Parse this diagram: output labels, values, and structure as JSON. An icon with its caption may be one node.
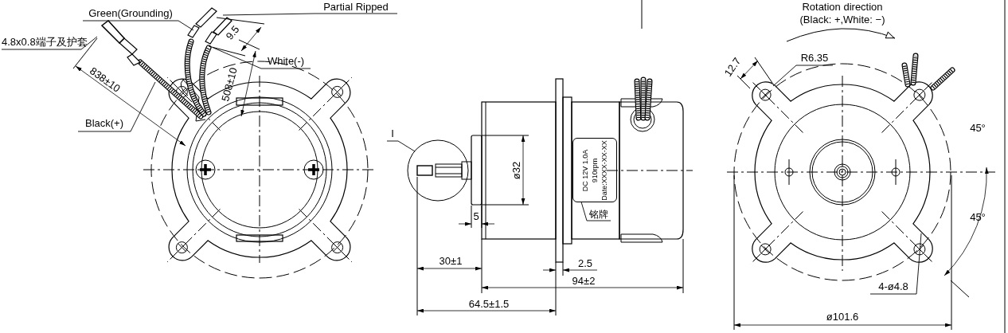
{
  "diagram": {
    "nodes": [
      {
        "text": [
          "Green(Grounding)"
        ]
      },
      {
        "text": [
          "4.8x0.8端子及护套"
        ]
      },
      {
        "text": [
          "Partial Ripped"
        ]
      },
      {
        "text": [
          "White(-)"
        ]
      },
      {
        "text": [
          "Black(+)"
        ]
      },
      {
        "text": [
          "I"
        ]
      },
      {
        "text": [
          "DC 12V 1.0A 910rpm Date:XXXX-XX-XX"
        ]
      },
      {
        "text": [
          "铭牌"
        ]
      },
      {
        "text": [
          "R6.35"
        ]
      },
      {
        "text": [
          "4-ø4.8"
        ]
      }
    ],
    "edges": [
      {
        "from": 0,
        "to": null,
        "arrow": "none"
      },
      {
        "from": 1,
        "to": null,
        "arrow": "none"
      },
      {
        "from": 2,
        "to": null,
        "arrow": "none"
      },
      {
        "from": 3,
        "to": null,
        "arrow": "none"
      },
      {
        "from": 4,
        "to": null,
        "arrow": "none"
      },
      {
        "from": 5,
        "to": null,
        "arrow": "none"
      },
      {
        "from": 7,
        "to": 6,
        "arrow": "none"
      },
      {
        "from": 8,
        "to": null,
        "arrow": "none"
      },
      {
        "from": 9,
        "to": null,
        "arrow": "none"
      }
    ],
    "labels": [
      "Rotation direction",
      "(Black: +,White: −)",
      "9.5",
      "508±10",
      "838±10",
      "ø32",
      "5",
      "30±1",
      "2.5",
      "94±2",
      "64.5±1.5",
      "12.7",
      "45°",
      "45°",
      "ø101.6"
    ]
  }
}
